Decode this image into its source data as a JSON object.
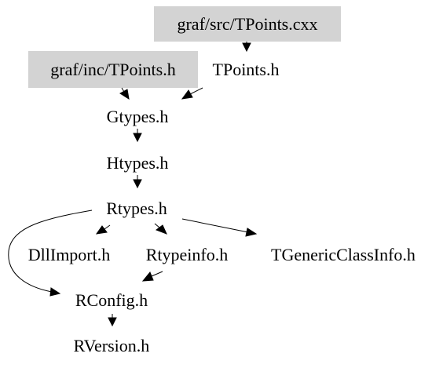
{
  "nodes": {
    "tpoints_cxx": "graf/src/TPoints.cxx",
    "tpoints_h_inc": "graf/inc/TPoints.h",
    "tpoints_h": "TPoints.h",
    "gtypes": "Gtypes.h",
    "htypes": "Htypes.h",
    "rtypes": "Rtypes.h",
    "dllimport": "DllImport.h",
    "rtypeinfo": "Rtypeinfo.h",
    "tgenericclassinfo": "TGenericClassInfo.h",
    "rconfig": "RConfig.h",
    "rversion": "RVersion.h"
  },
  "colors": {
    "highlight_box": "#d3d3d3",
    "text": "#000000",
    "edge": "#000000"
  }
}
